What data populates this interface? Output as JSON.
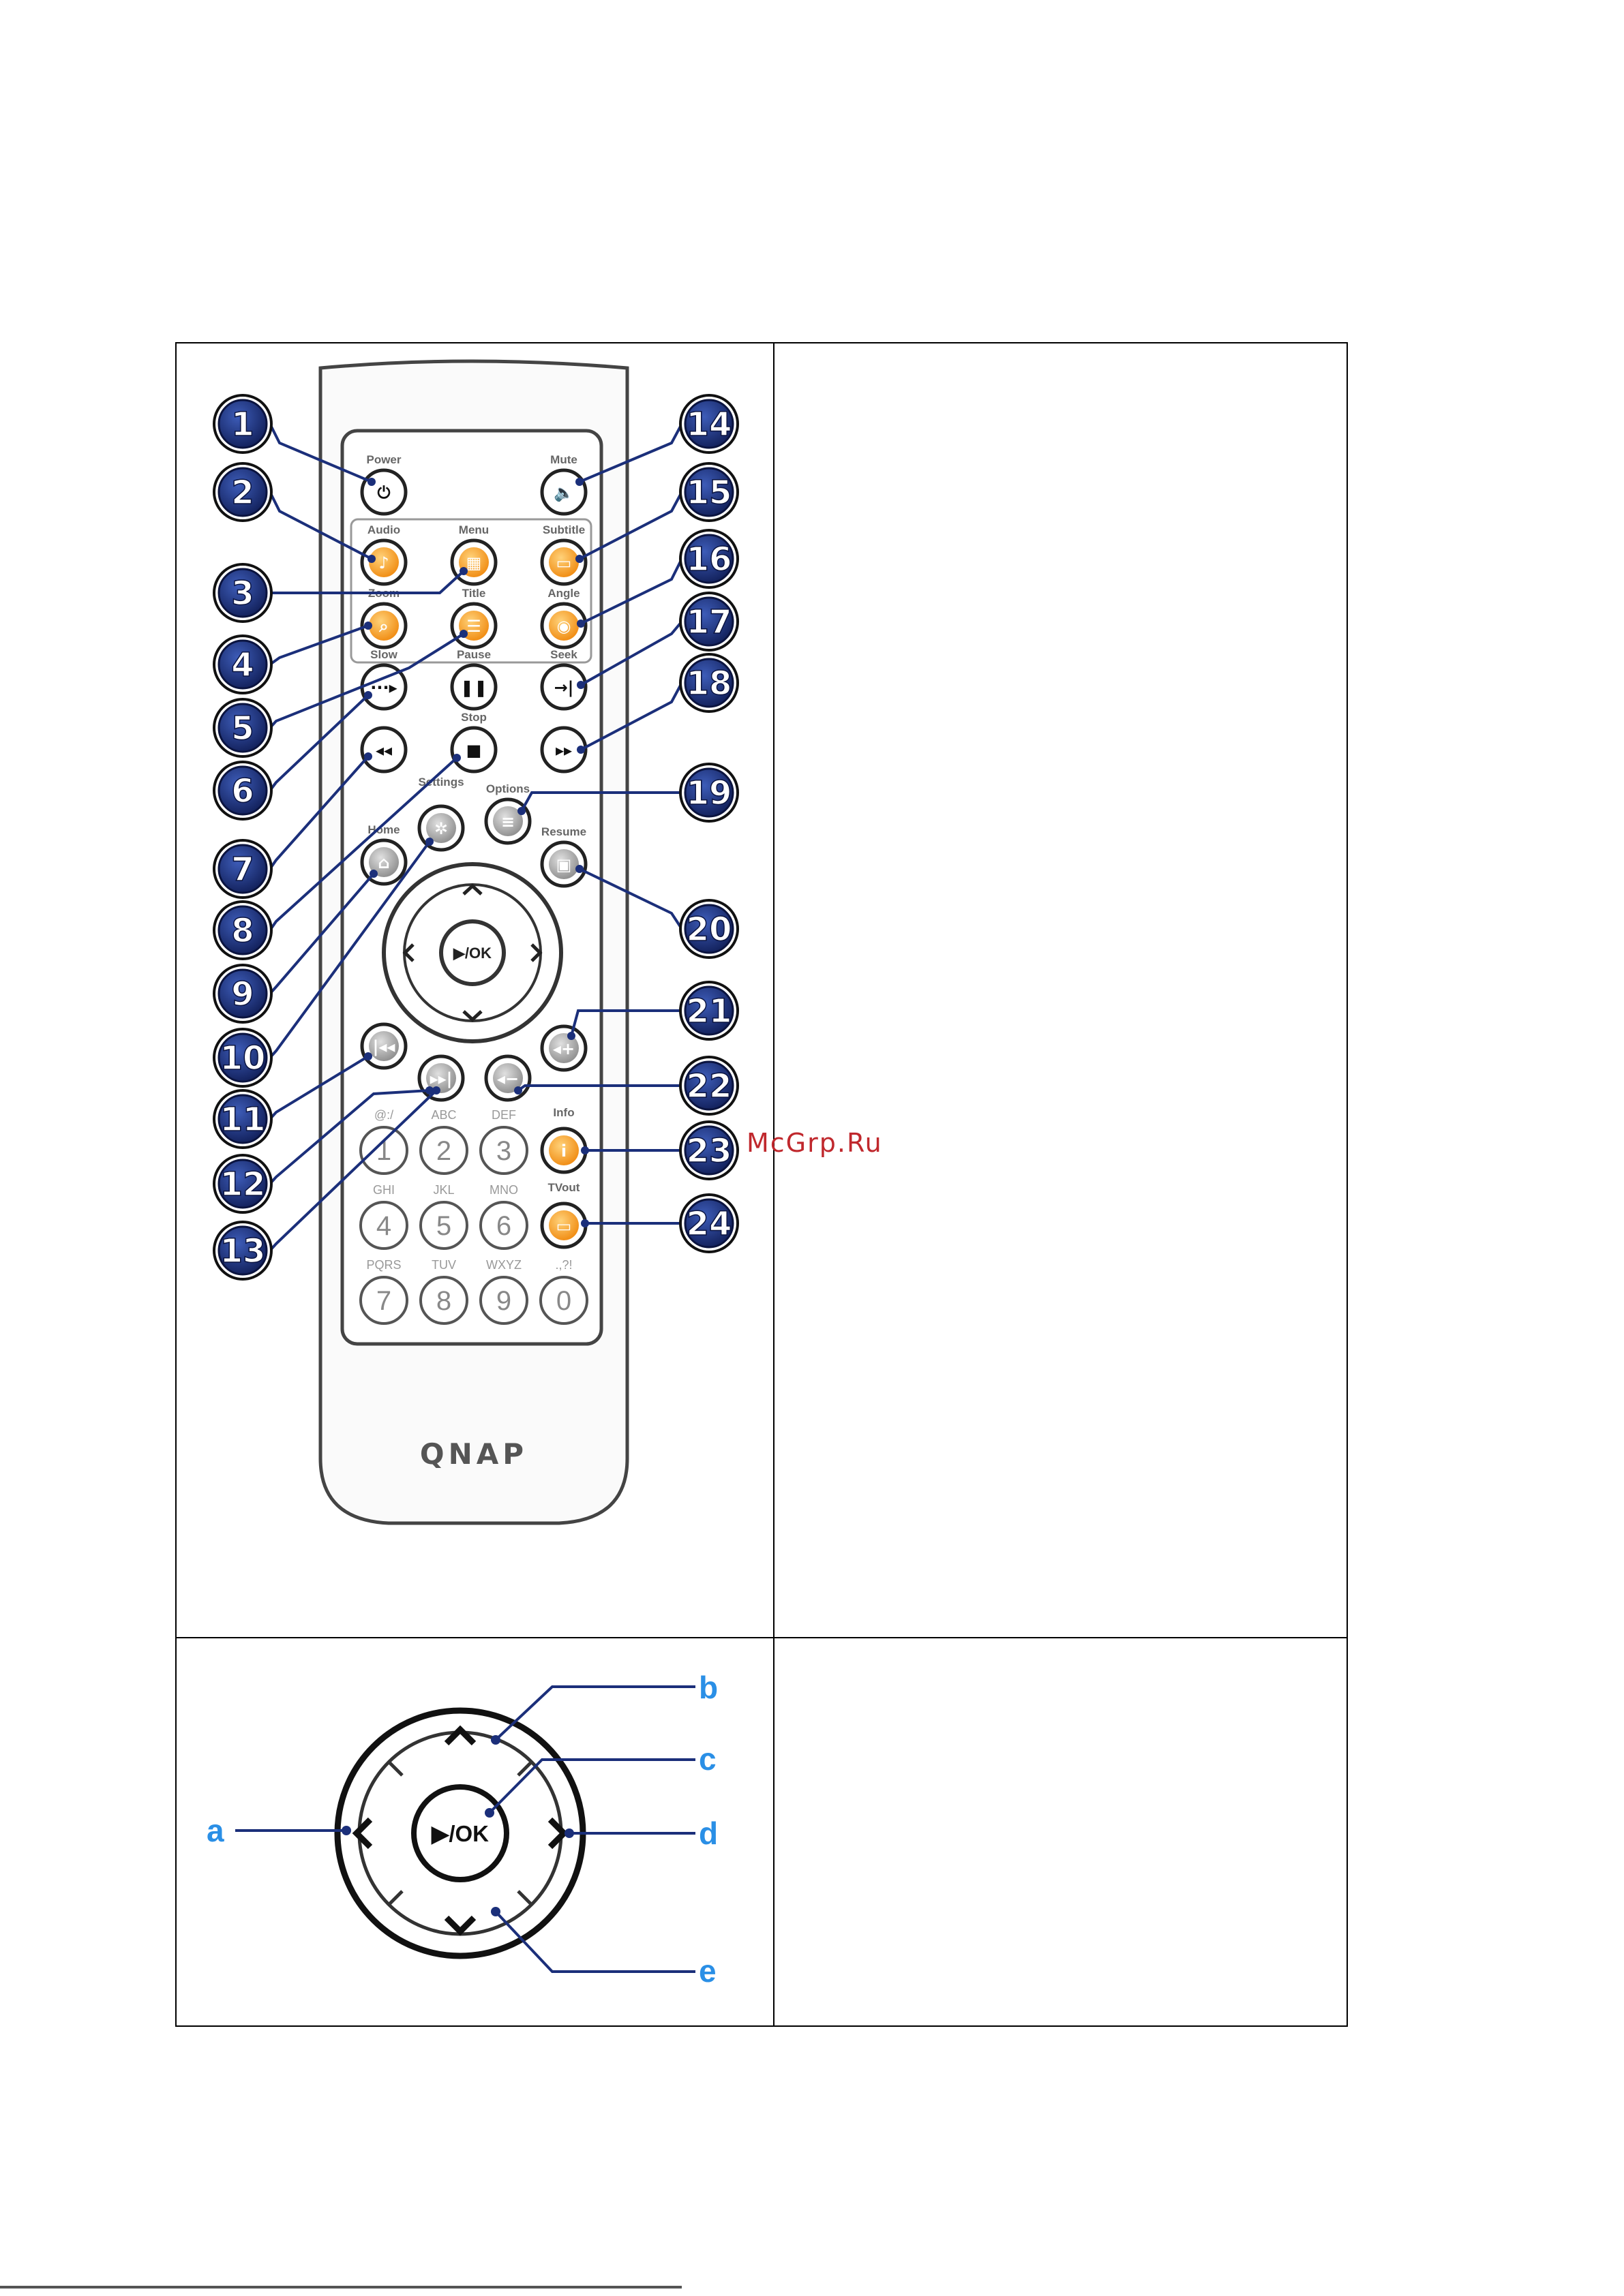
{
  "watermark": "McGrp.Ru",
  "brand": "QNAP",
  "colors": {
    "callout": "#1b2f7a",
    "orange": "#f29b1f",
    "accent_blue": "#2a8fe6",
    "watermark": "#c0282d"
  },
  "remote": {
    "labels": {
      "power": "Power",
      "mute": "Mute",
      "audio": "Audio",
      "menu": "Menu",
      "subtitle": "Subtitle",
      "zoom": "Zoom",
      "title": "Title",
      "angle": "Angle",
      "slow": "Slow",
      "pause": "Pause",
      "seek": "Seek",
      "stop": "Stop",
      "settings": "Settings",
      "options": "Options",
      "home": "Home",
      "resume": "Resume",
      "info": "Info",
      "tvout": "TVout",
      "ok": "▶/OK"
    },
    "keypad": [
      {
        "letters": "@:/",
        "digit": "1"
      },
      {
        "letters": "ABC",
        "digit": "2"
      },
      {
        "letters": "DEF",
        "digit": "3"
      },
      {
        "letters": "GHI",
        "digit": "4"
      },
      {
        "letters": "JKL",
        "digit": "5"
      },
      {
        "letters": "MNO",
        "digit": "6"
      },
      {
        "letters": "PQRS",
        "digit": "7"
      },
      {
        "letters": "TUV",
        "digit": "8"
      },
      {
        "letters": "WXYZ",
        "digit": "9"
      },
      {
        "letters": ".,?!",
        "digit": "0"
      }
    ],
    "callouts": [
      "1",
      "2",
      "3",
      "4",
      "5",
      "6",
      "7",
      "8",
      "9",
      "10",
      "11",
      "12",
      "13",
      "14",
      "15",
      "16",
      "17",
      "18",
      "19",
      "20",
      "21",
      "22",
      "23",
      "24"
    ]
  },
  "dpad_letters": [
    "a",
    "b",
    "c",
    "d",
    "e"
  ],
  "icons": [
    "power-icon",
    "mute-icon",
    "audio-icon",
    "menu-icon",
    "subtitle-icon",
    "zoom-icon",
    "title-icon",
    "angle-icon",
    "slow-icon",
    "pause-icon",
    "seek-icon",
    "rewind-icon",
    "stop-icon",
    "fast-forward-icon",
    "options-icon",
    "settings-icon",
    "home-icon",
    "resume-icon",
    "prev-track-icon",
    "next-track-icon",
    "volume-up-icon",
    "volume-down-icon",
    "info-icon",
    "tvout-icon"
  ]
}
